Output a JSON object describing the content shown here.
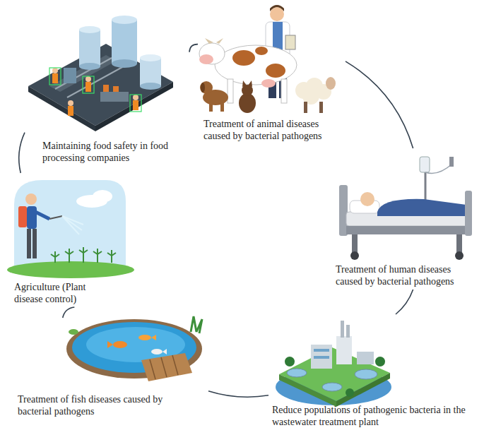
{
  "diagram": {
    "nodes": [
      {
        "text": [
          "Maintaining food safety in food processing companies"
        ]
      },
      {
        "text": [
          "Treatment of animal diseases caused by bacterial pathogens"
        ]
      },
      {
        "text": [
          "Treatment of human diseases caused by bacterial pathogens"
        ]
      },
      {
        "text": [
          "Reduce populations of pathogenic bacteria in the wastewater treatment plant"
        ]
      },
      {
        "text": [
          "Treatment of fish diseases caused by bacterial pathogens"
        ]
      },
      {
        "text": [
          "Agriculture (Plant disease control)"
        ]
      }
    ],
    "edges": [
      {
        "from": 0,
        "to": 1,
        "arrow": "none"
      },
      {
        "from": 1,
        "to": 2,
        "arrow": "none"
      },
      {
        "from": 2,
        "to": 3,
        "arrow": "none"
      },
      {
        "from": 3,
        "to": 4,
        "arrow": "none"
      },
      {
        "from": 4,
        "to": 5,
        "arrow": "none"
      },
      {
        "from": 5,
        "to": 0,
        "arrow": "none"
      }
    ]
  }
}
